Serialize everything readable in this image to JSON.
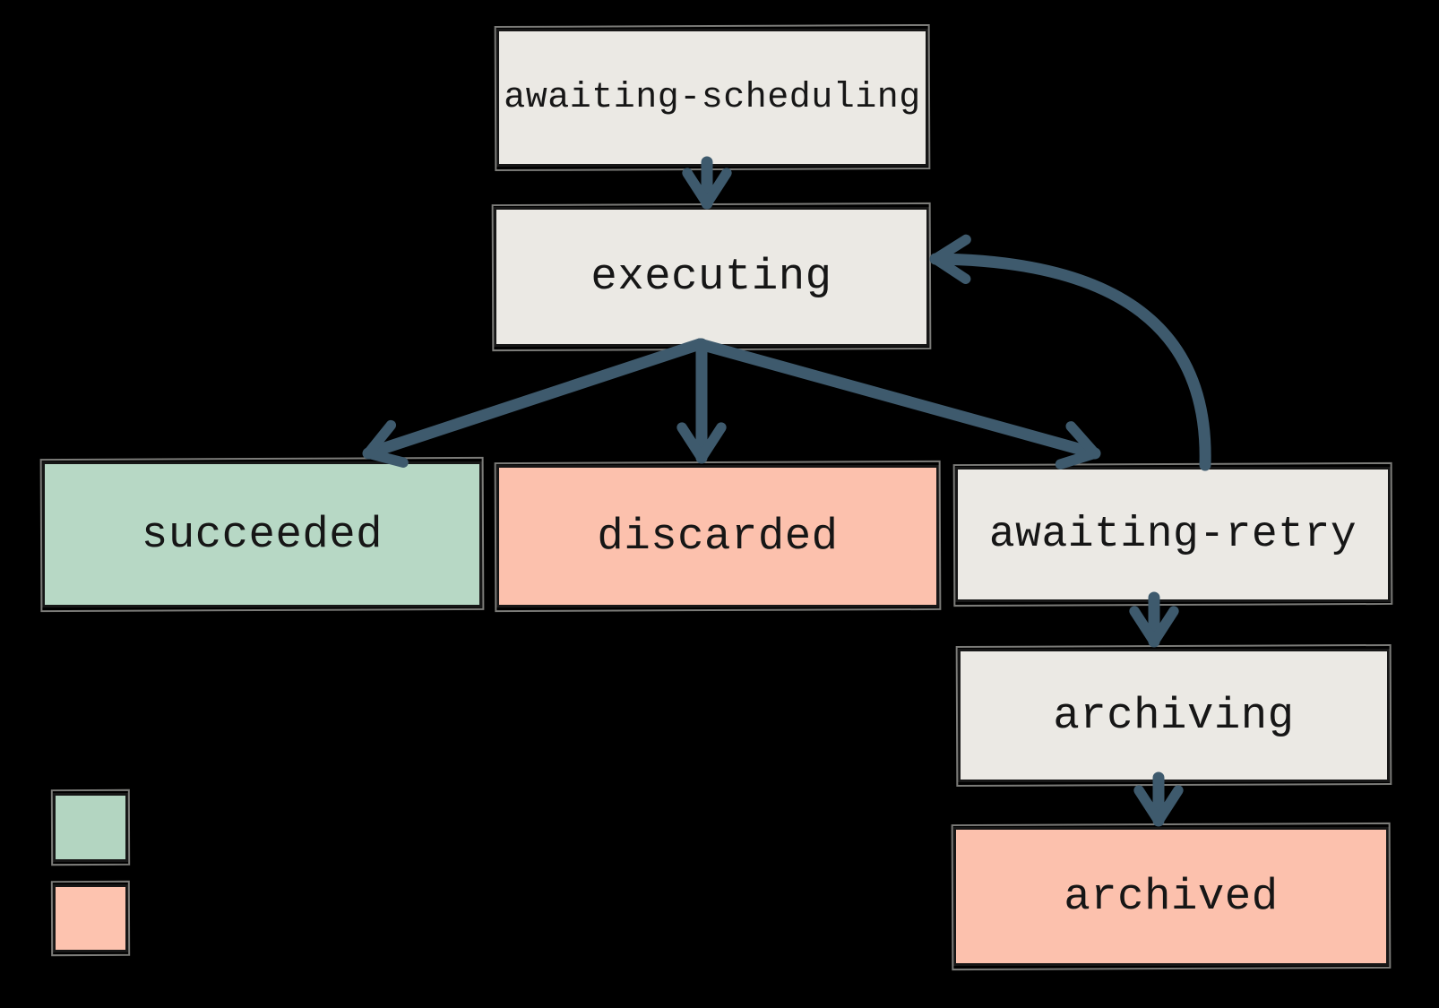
{
  "diagram": {
    "kind": "job-state-diagram",
    "background": "#000000"
  },
  "nodes": [
    {
      "id": "awaiting-scheduling",
      "label": "awaiting-scheduling",
      "fill": "#ebe9e4"
    },
    {
      "id": "executing",
      "label": "executing",
      "fill": "#ebe9e4"
    },
    {
      "id": "succeeded",
      "label": "succeeded",
      "fill": "#b7d8c5"
    },
    {
      "id": "discarded",
      "label": "discarded",
      "fill": "#fcc1ad"
    },
    {
      "id": "awaiting-retry",
      "label": "awaiting-retry",
      "fill": "#ebe9e4"
    },
    {
      "id": "archiving",
      "label": "archiving",
      "fill": "#ebe9e4"
    },
    {
      "id": "archived",
      "label": "archived",
      "fill": "#fcc1ad"
    }
  ],
  "edges": [
    {
      "from": "awaiting-scheduling",
      "to": "executing"
    },
    {
      "from": "executing",
      "to": "succeeded"
    },
    {
      "from": "executing",
      "to": "discarded"
    },
    {
      "from": "executing",
      "to": "awaiting-retry"
    },
    {
      "from": "awaiting-retry",
      "to": "executing"
    },
    {
      "from": "awaiting-retry",
      "to": "archiving"
    },
    {
      "from": "archiving",
      "to": "archived"
    }
  ],
  "legend": {
    "items": [
      {
        "name": "green-swatch",
        "color": "#b3d5c1"
      },
      {
        "name": "pink-swatch",
        "color": "#fdc3af"
      }
    ]
  },
  "colors": {
    "arrow": "#3e5a6d",
    "border": "#161616",
    "text": "#161616",
    "box_gray": "#ebe9e4",
    "box_green": "#b7d8c5",
    "box_pink": "#fcc1ad",
    "background": "#000000"
  }
}
